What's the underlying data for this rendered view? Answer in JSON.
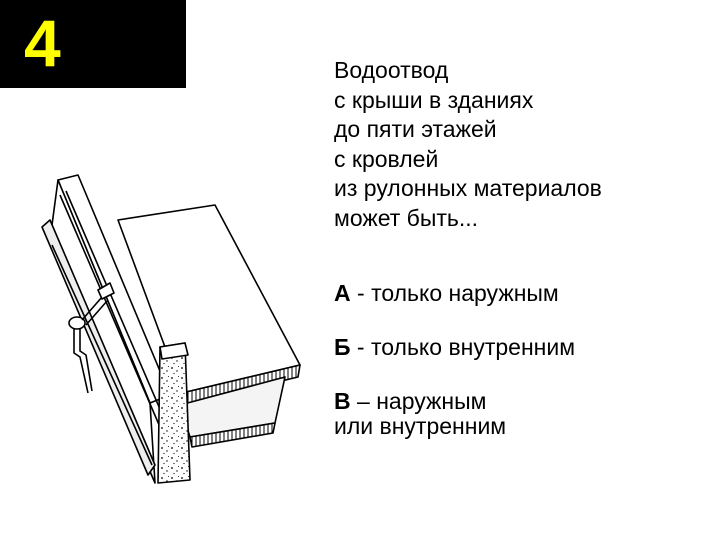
{
  "slide": {
    "number": "4",
    "number_color": "#ffff00",
    "number_bg": "#000000"
  },
  "question": {
    "lines": [
      "Водоотвод",
      "с крыши в зданиях",
      "до пяти этажей",
      "с кровлей",
      "из рулонных материалов",
      "может быть..."
    ]
  },
  "options": [
    {
      "letter": "А",
      "text": " - только наружным"
    },
    {
      "letter": "Б",
      "text": " - только внутренним"
    },
    {
      "letter": "В",
      "text": " – наружным",
      "text2": "или внутренним"
    }
  ]
}
